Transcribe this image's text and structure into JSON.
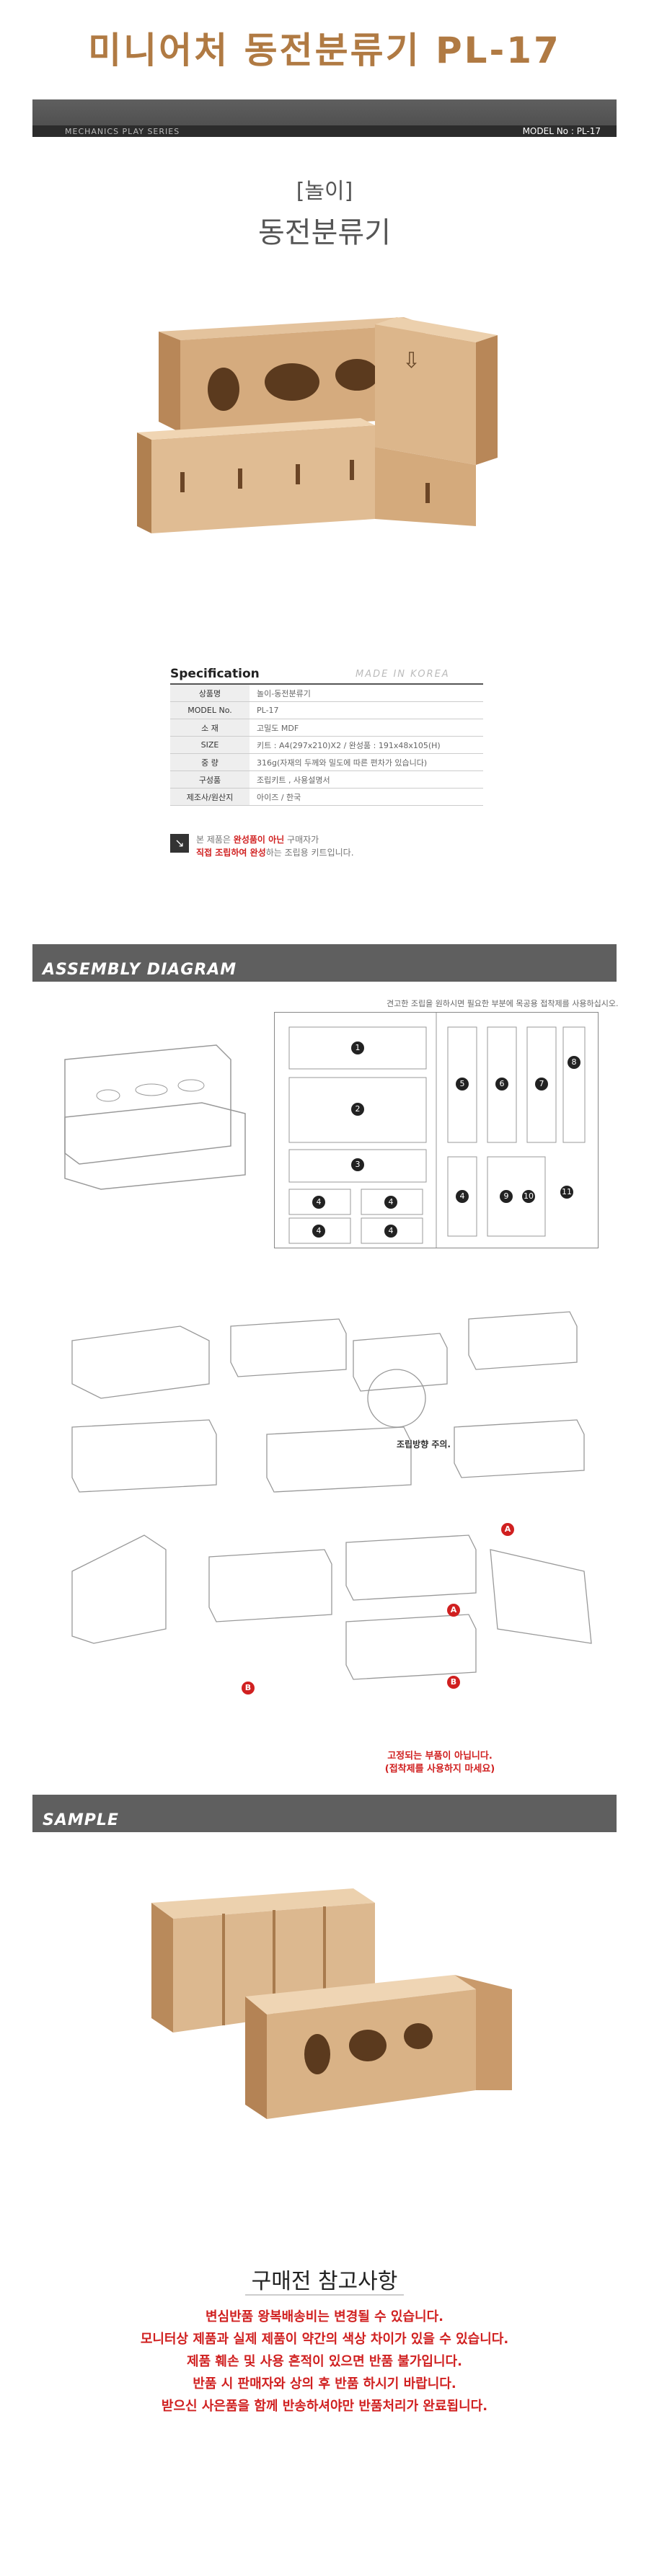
{
  "header": {
    "title": "미니어처 동전분류기 PL-17",
    "series_label": "MECHANICS PLAY SERIES",
    "model_label": "MODEL No : PL-17"
  },
  "product": {
    "tag": "[놀이]",
    "name": "동전분류기"
  },
  "spec": {
    "title": "Specification",
    "made_in": "MADE IN KOREA",
    "rows": [
      {
        "key": "상품명",
        "value": "놀이-동전분류기"
      },
      {
        "key": "MODEL No.",
        "value": "PL-17"
      },
      {
        "key": "소  재",
        "value": "고밀도 MDF"
      },
      {
        "key": "SIZE",
        "value": "키트 : A4(297x210)X2  /  완성품 : 191x48x105(H)"
      },
      {
        "key": "중  량",
        "value": "316g(자재의 두께와 밀도에 따른 편차가 있습니다)"
      },
      {
        "key": "구성품",
        "value": "조립키트 , 사용설명서"
      },
      {
        "key": "제조사/원산지",
        "value": "아이즈 / 한국"
      }
    ],
    "note_pre1": "본 제품은 ",
    "note_red1": "완성품이 아닌",
    "note_post1": " 구매자가",
    "note_red2": "직접 조립하여 완성",
    "note_post2": "하는 조립용 키트입니다."
  },
  "assembly": {
    "section_label": "ASSEMBLY DIAGRAM",
    "note": "견고한 조립을 원하시면 필요한 부분에 목공용 접착제를 사용하십시오.",
    "direction_note": "조립방향 주의.",
    "warning_line1": "고정되는 부품이 아닙니다.",
    "warning_line2": "(접착제를 사용하지 마세요)",
    "marker_a": "A",
    "marker_b": "B",
    "part_numbers": [
      "1",
      "2",
      "3",
      "4",
      "4",
      "4",
      "4",
      "5",
      "6",
      "7",
      "8",
      "4",
      "9",
      "10",
      "11"
    ]
  },
  "sample": {
    "section_label": "SAMPLE"
  },
  "notes": {
    "title": "구매전 참고사항",
    "lines": [
      "변심반품 왕복배송비는 변경될 수 있습니다.",
      "모니터상 제품과 실제 제품이 약간의 색상 차이가 있을 수 있습니다.",
      "제품 훼손 및 사용 흔적이 있으면 반품 불가입니다.",
      "반품 시 판매자와 상의 후 반품 하시기 바랍니다.",
      "받으신 사은품을 함께 반송하셔야만 반품처리가 완료됩니다."
    ]
  },
  "colors": {
    "title_brown": "#b07a43",
    "bar_gray": "#5f5f5f",
    "mdf_light": "#d9b48c",
    "mdf_dark": "#a9794e",
    "warning_red": "#d02020"
  }
}
